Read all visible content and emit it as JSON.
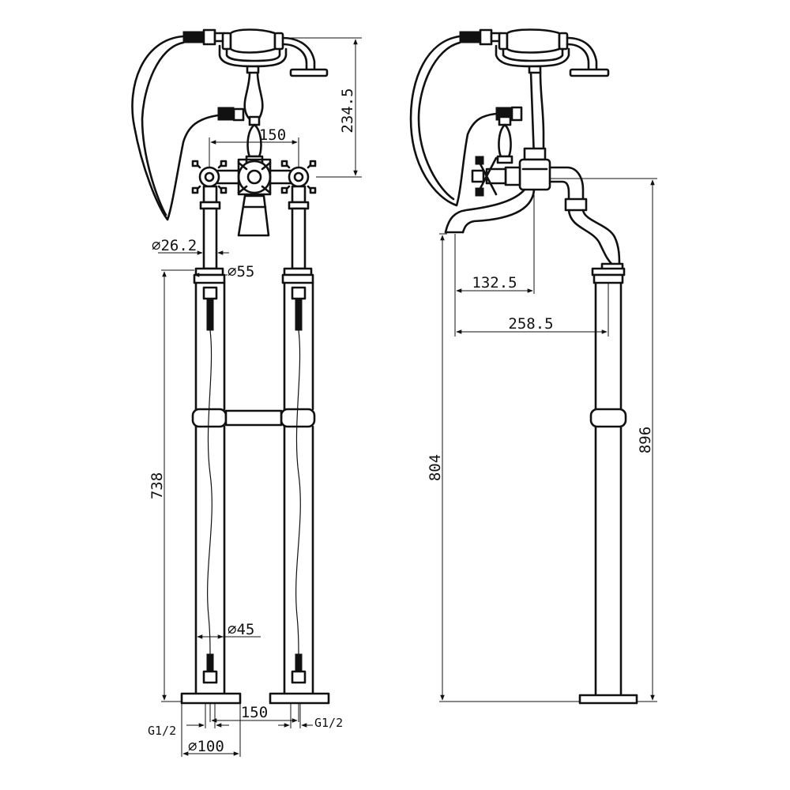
{
  "front_view": {
    "dimensions": {
      "handset_height": "234.5",
      "tap_centres_top": "150",
      "riser_diameter": "⌀26.2",
      "collar_diameter": "⌀55",
      "leg_height": "738",
      "leg_diameter": "⌀45",
      "inlet_left": "G1/2",
      "tap_centres_bottom": "150",
      "inlet_right": "G1/2",
      "base_diameter": "⌀100"
    }
  },
  "side_view": {
    "dimensions": {
      "spout_height": "804",
      "spout_reach": "132.5",
      "overall_reach": "258.5",
      "overall_height": "896"
    }
  },
  "colors": {
    "line": "#111111",
    "background": "#ffffff"
  }
}
